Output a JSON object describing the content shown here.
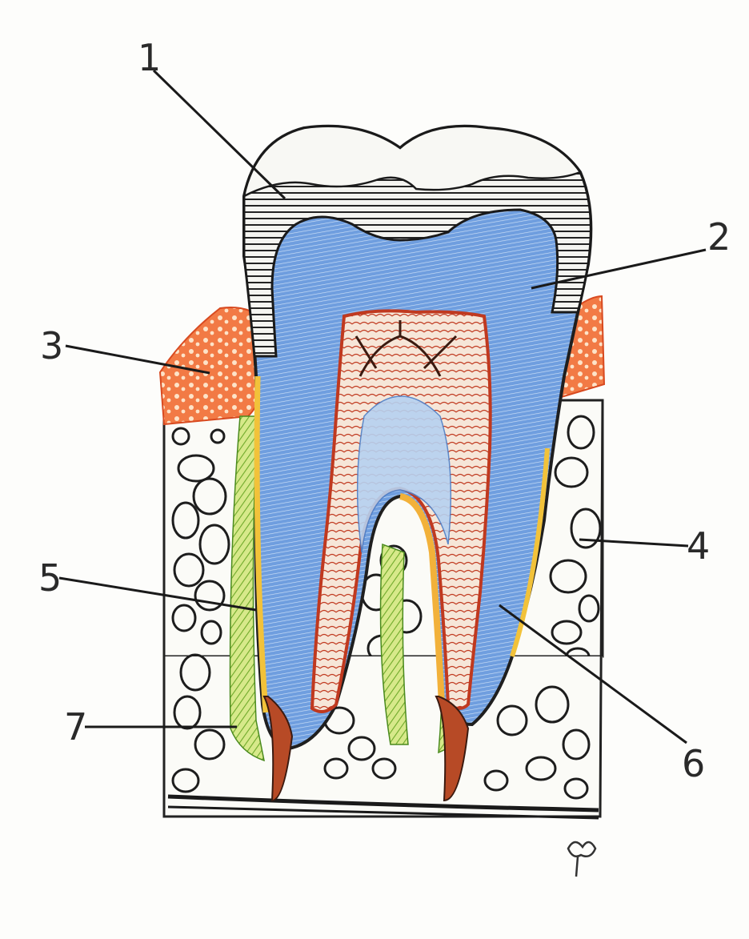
{
  "diagram": {
    "callouts": [
      {
        "id": "1",
        "label": "1"
      },
      {
        "id": "2",
        "label": "2"
      },
      {
        "id": "3",
        "label": "3"
      },
      {
        "id": "4",
        "label": "4"
      },
      {
        "id": "5",
        "label": "5"
      },
      {
        "id": "6",
        "label": "6"
      },
      {
        "id": "7",
        "label": "7"
      }
    ],
    "signature": "ꝏ"
  },
  "colors": {
    "enamel": "#2b2b2b",
    "dentin": "#5a8fd8",
    "dentin_light": "#a9c9ef",
    "pulp": "#e24a2a",
    "gum": "#f26b3a",
    "cementum": "#f2c23a",
    "periodontium": "#8fbf3a",
    "bone_line": "#1f1f1f"
  }
}
